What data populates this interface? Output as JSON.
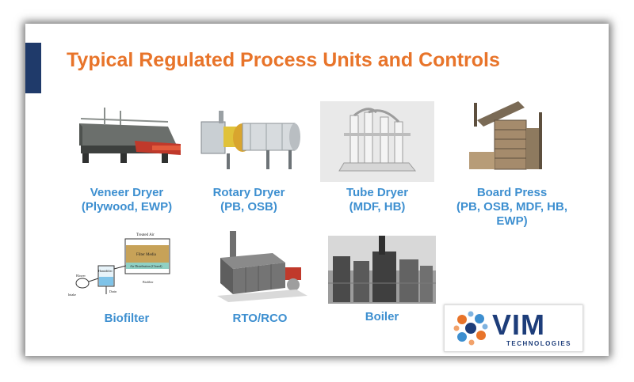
{
  "slide": {
    "title": "Typical Regulated Process Units and Controls",
    "accent_color": "#1f3a6a",
    "title_color": "#e8742a",
    "caption_color": "#3d8fd0"
  },
  "units": [
    {
      "label_lines": [
        "Veneer Dryer",
        "(Plywood, EWP)"
      ]
    },
    {
      "label_lines": [
        "Rotary Dryer",
        "(PB, OSB)"
      ]
    },
    {
      "label_lines": [
        "Tube Dryer",
        "(MDF, HB)"
      ]
    },
    {
      "label_lines": [
        "Board Press",
        "(PB, OSB, MDF, HB,",
        "EWP)"
      ]
    },
    {
      "label_lines": [
        "Biofilter"
      ],
      "diagram_labels": [
        "Treated Air",
        "Filter Media",
        "Air Distribution (Closed)",
        "Humidifier",
        "Blower",
        "Intake",
        "Drain",
        "Biofilter"
      ]
    },
    {
      "label_lines": [
        "RTO/RCO"
      ]
    },
    {
      "label_lines": [
        "Boiler"
      ]
    }
  ],
  "logo": {
    "word": "VIM",
    "subtitle": "TECHNOLOGIES",
    "color": "#1d3d7a"
  }
}
